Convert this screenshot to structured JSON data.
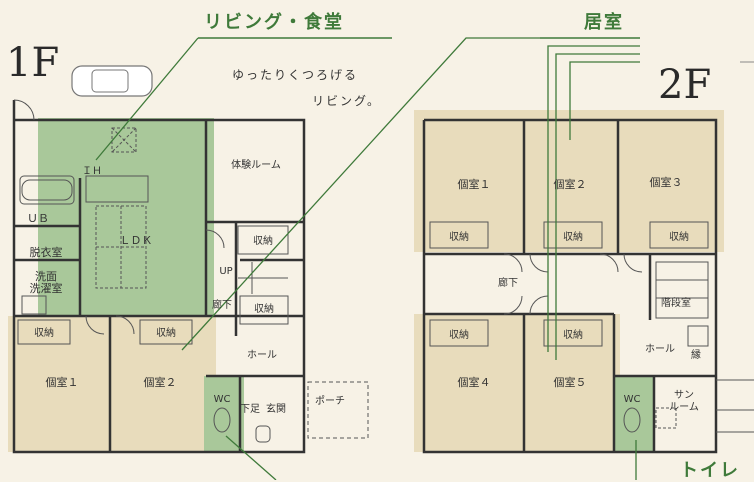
{
  "headings": {
    "living": "リビング・食堂",
    "living_sub_1": "ゆったりくつろげる",
    "living_sub_2": "リビング。",
    "rooms": "居室",
    "toilet": "トイレ"
  },
  "floors": {
    "first": "1F",
    "second": "2F"
  },
  "colors": {
    "living_zone": "#a9c89a",
    "room_zone": "#e8dcbc",
    "wc_zone": "#a9c89a",
    "heading": "#3f7a3a",
    "bg": "#f7f2e6"
  },
  "first_floor": {
    "ub": "ＵＢ",
    "dressing": "脱衣室",
    "washroom_1": "洗面",
    "washroom_2": "洗濯室",
    "ldk": "ＬＤＫ",
    "hi": "ＩＨ",
    "experience_room": "体験ルーム",
    "storage_a": "収納",
    "storage_b": "収納",
    "storage_c": "収納",
    "storage_d": "収納",
    "up": "UP",
    "corridor": "廊下",
    "hall": "ホール",
    "bedroom_1": "個室１",
    "bedroom_2": "個室２",
    "wc": "WC",
    "entrance_storage": "下足",
    "entrance": "玄関",
    "porch": "ポーチ"
  },
  "second_floor": {
    "bedroom_1": "個室１",
    "bedroom_2": "個室２",
    "bedroom_3": "個室３",
    "bedroom_4": "個室４",
    "bedroom_5": "個室５",
    "storage_1": "収納",
    "storage_2": "収納",
    "storage_3": "収納",
    "storage_4": "収納",
    "storage_5": "収納",
    "corridor": "廊下",
    "stairwell": "階段室",
    "hall": "ホール",
    "hall_side": "縁",
    "wc": "WC",
    "sunroom_1": "サン",
    "sunroom_2": "ルーム"
  }
}
